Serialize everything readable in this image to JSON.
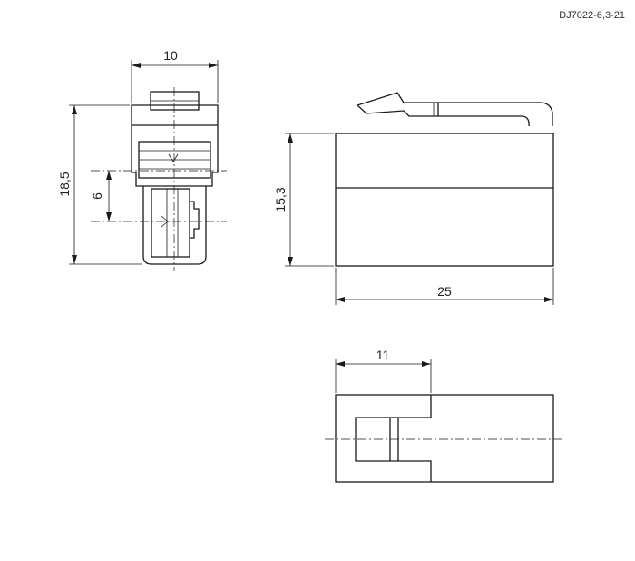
{
  "drawing": {
    "reference": "DJ7022-6,3-21",
    "dimensions": {
      "front_width": "10",
      "front_height": "18,5",
      "front_inner": "6",
      "side_height": "15,3",
      "side_length": "25",
      "bottom_width": "11"
    }
  }
}
